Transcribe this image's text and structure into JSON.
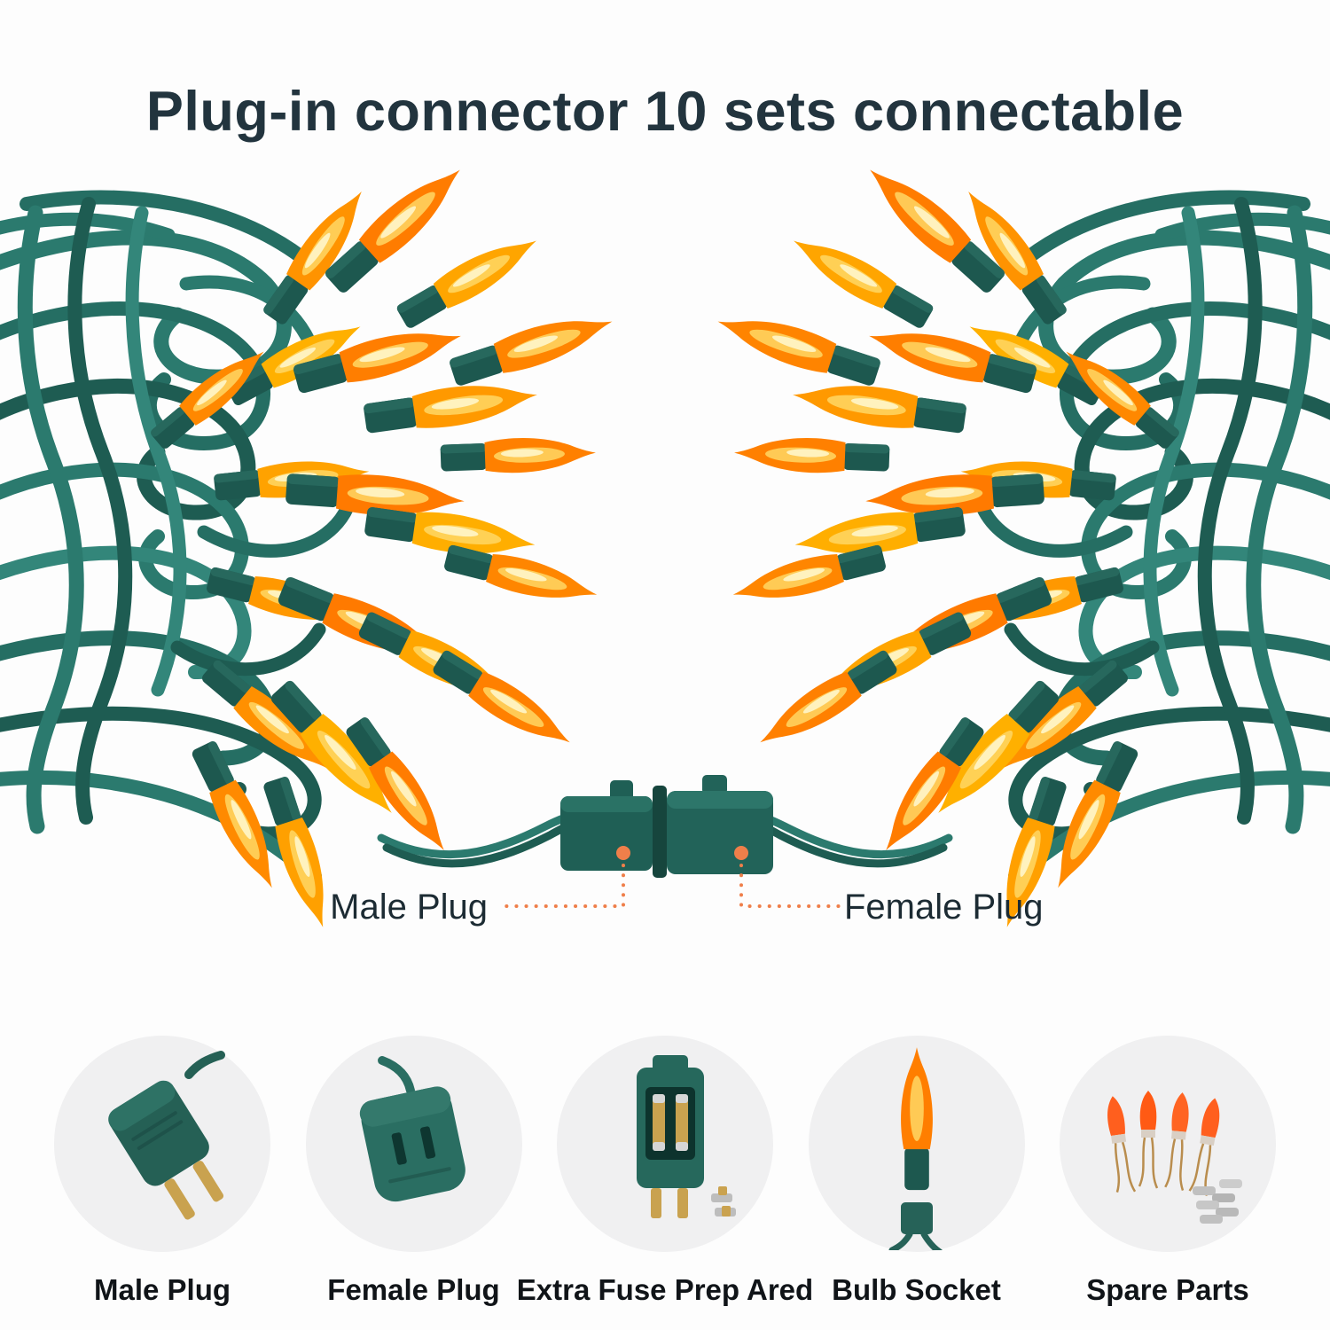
{
  "title": "Plug-in connector 10 sets connectable",
  "callouts": {
    "male": "Male Plug",
    "female": "Female Plug"
  },
  "features": [
    {
      "label": "Male Plug",
      "icon": "male-plug-icon"
    },
    {
      "label": "Female Plug",
      "icon": "female-plug-icon"
    },
    {
      "label": "Extra Fuse Prep Ared",
      "icon": "fuse-compartment-icon"
    },
    {
      "label": "Bulb Socket",
      "icon": "bulb-socket-icon"
    },
    {
      "label": "Spare Parts",
      "icon": "spare-parts-icon"
    }
  ],
  "colors": {
    "background": "#fdfdfd",
    "title_color": "#22343e",
    "label_color": "#101418",
    "accent_orange": "#ef7f4a",
    "wire_green": "#2b7a6e",
    "wire_green_dark": "#1e5c52",
    "bulb_orange": "#ff7e00",
    "bulb_amber": "#ffac00",
    "circle_bg": "#f0f0f1"
  }
}
